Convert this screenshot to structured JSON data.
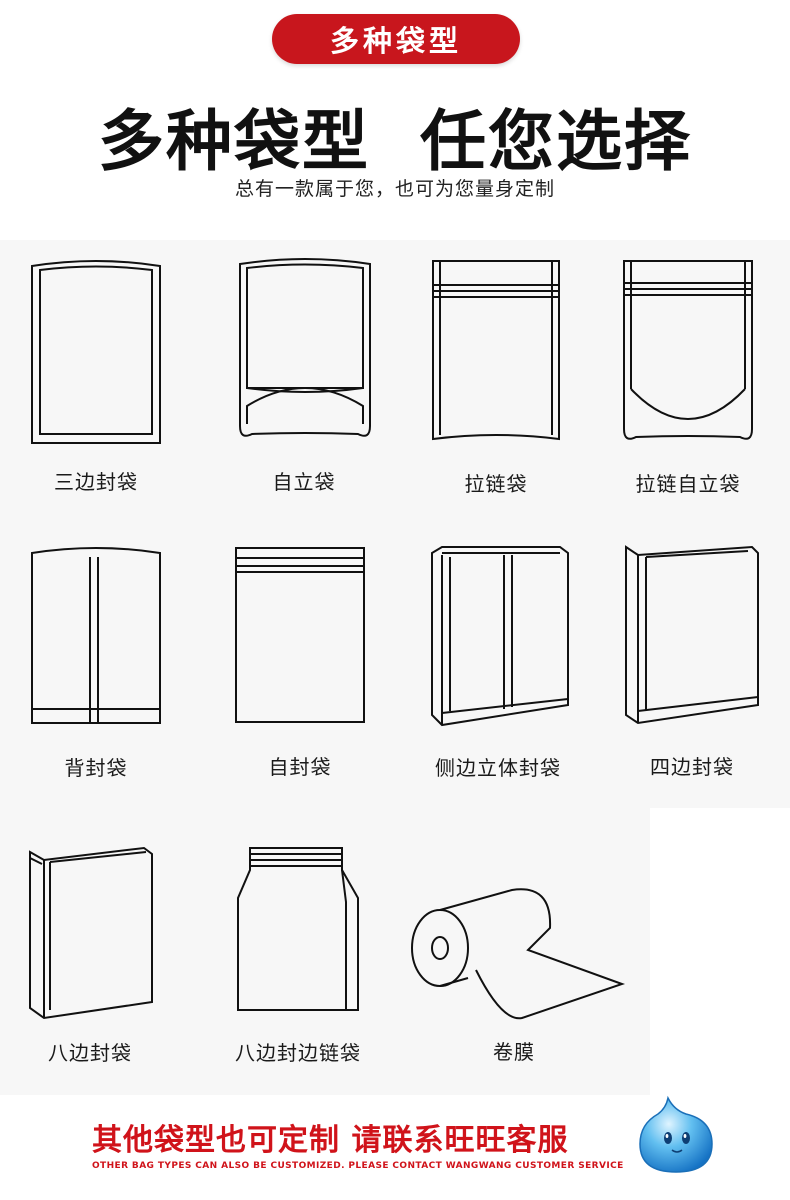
{
  "badge": {
    "label": "多种袋型"
  },
  "header": {
    "title": "多种袋型  任您选择",
    "subtitle": "总有一款属于您，也可为您量身定制"
  },
  "bag_types": [
    {
      "label": "三边封袋",
      "icon": "three-side-seal-bag-icon"
    },
    {
      "label": "自立袋",
      "icon": "stand-up-pouch-icon"
    },
    {
      "label": "拉链袋",
      "icon": "zipper-bag-icon"
    },
    {
      "label": "拉链自立袋",
      "icon": "zipper-stand-up-pouch-icon"
    },
    {
      "label": "背封袋",
      "icon": "back-seal-bag-icon"
    },
    {
      "label": "自封袋",
      "icon": "self-seal-bag-icon"
    },
    {
      "label": "侧边立体封袋",
      "icon": "side-gusset-bag-icon"
    },
    {
      "label": "四边封袋",
      "icon": "four-side-seal-bag-icon"
    },
    {
      "label": "八边封袋",
      "icon": "eight-side-seal-bag-icon"
    },
    {
      "label": "八边封边链袋",
      "icon": "eight-side-zipper-bag-icon"
    },
    {
      "label": "卷膜",
      "icon": "roll-film-icon"
    }
  ],
  "footer": {
    "cta": "其他袋型也可定制 请联系旺旺客服",
    "cta_en": "OTHER BAG TYPES CAN ALSO BE CUSTOMIZED. PLEASE CONTACT WANGWANG CUSTOMER SERVICE",
    "mascot_icon": "wangwang-mascot-icon"
  },
  "colors": {
    "accent": "#c8161d",
    "cta": "#d0131a",
    "panel": "#f7f7f7",
    "line": "#111111"
  }
}
